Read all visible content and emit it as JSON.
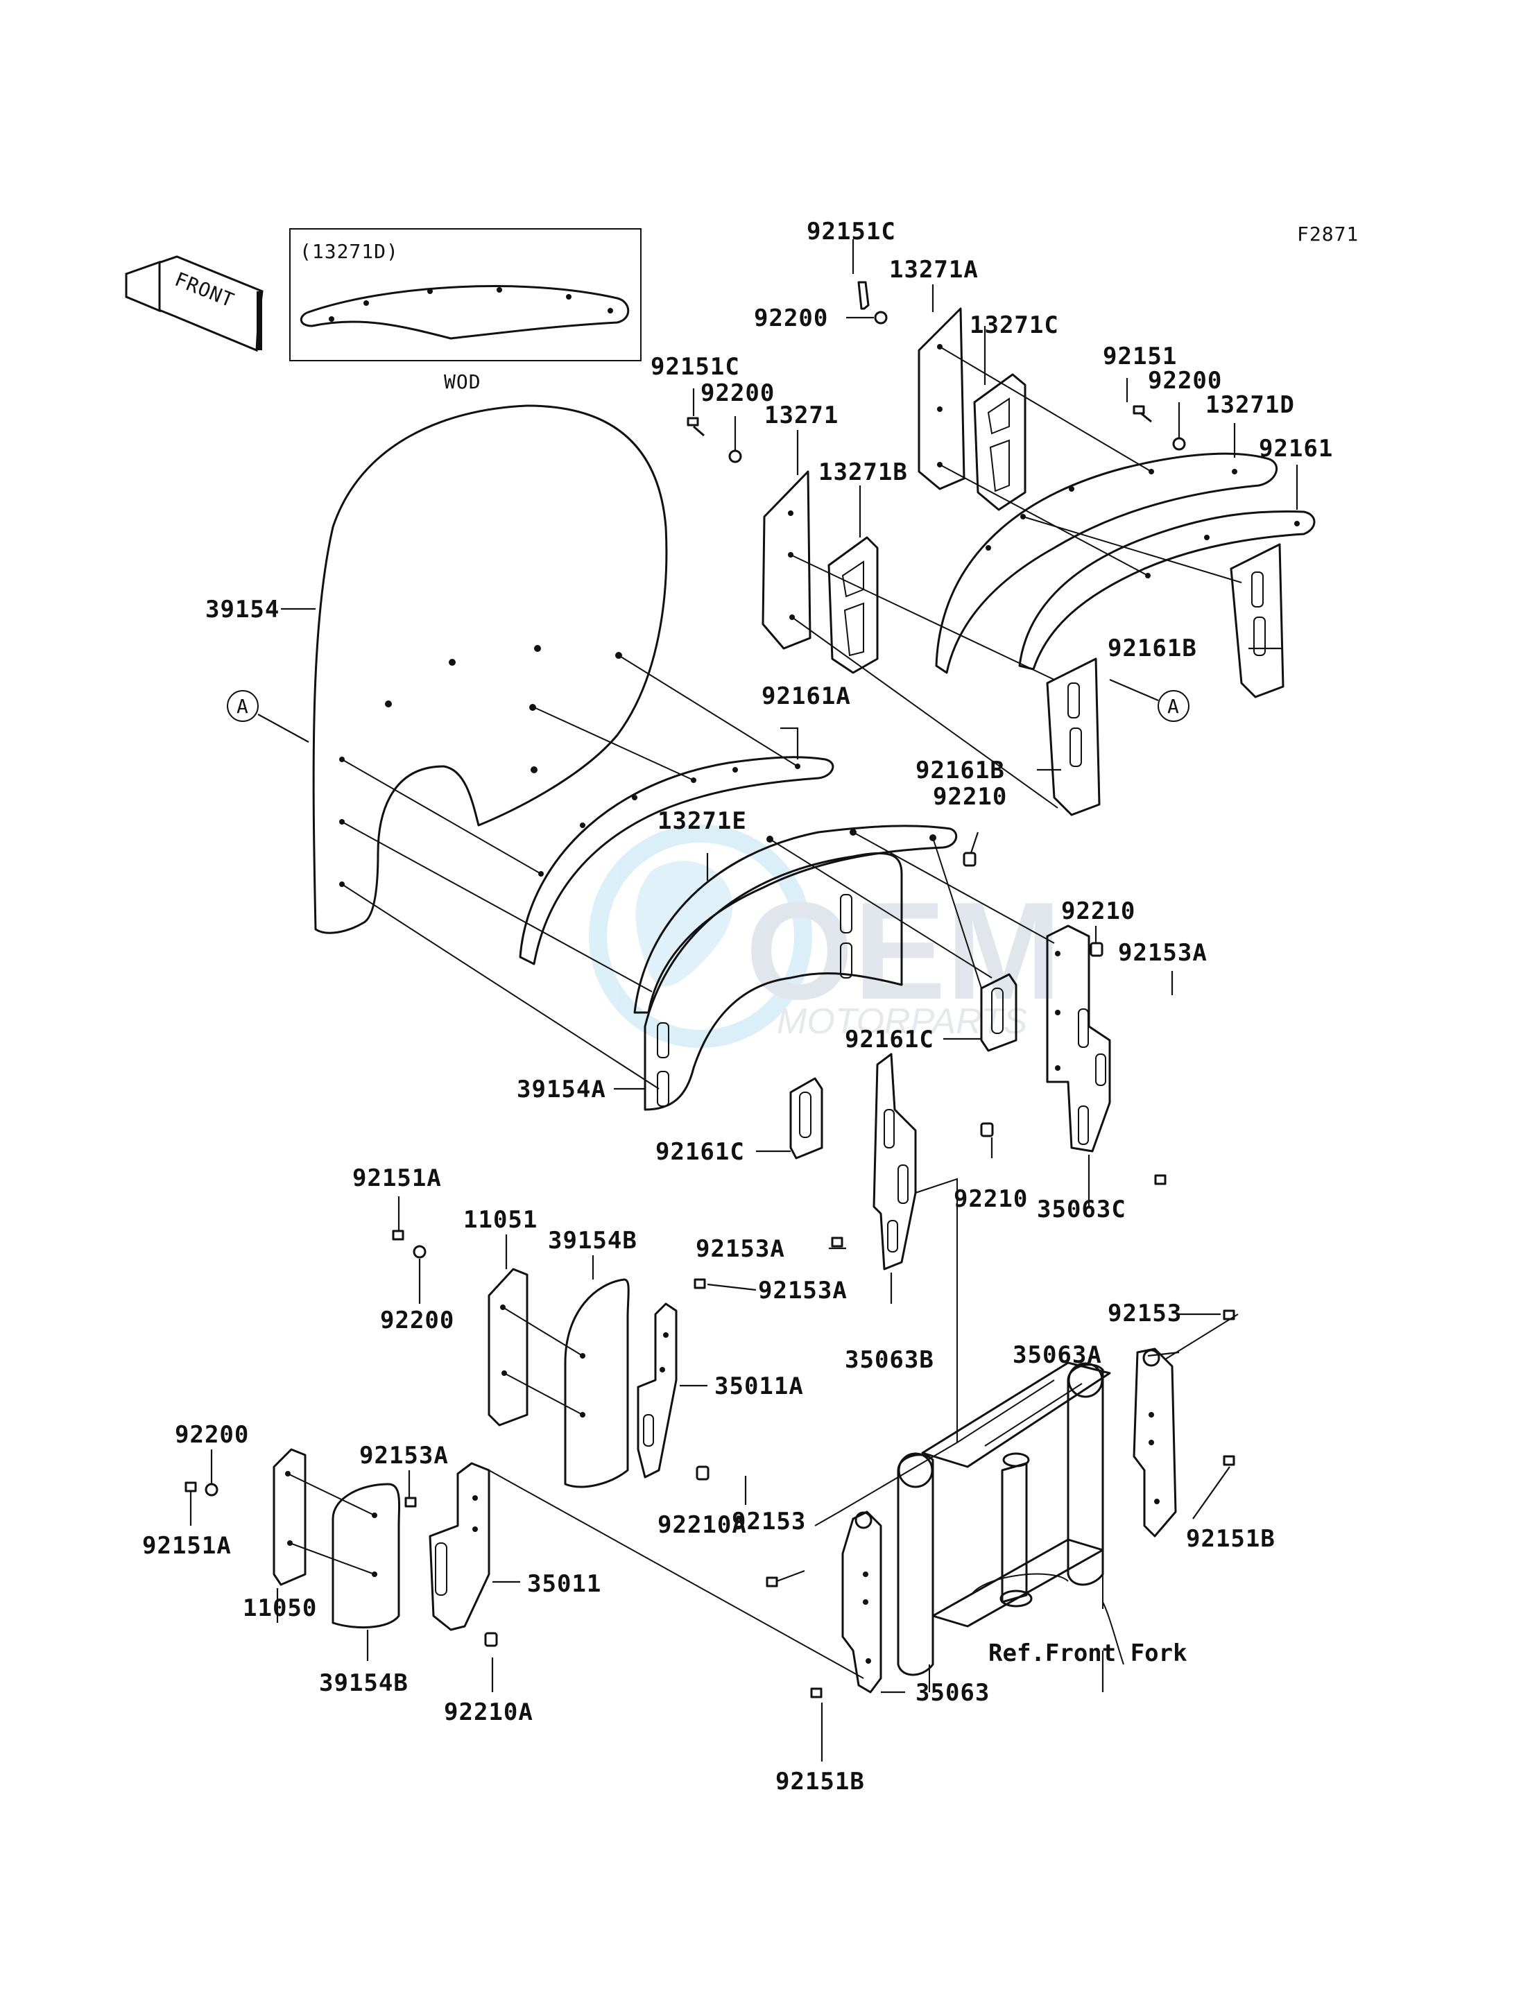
{
  "figure_code": "F2871",
  "inset_label": "(13271D)",
  "front_arrow_label": "FRONT",
  "windshield_marker": "WOD",
  "ref_marker": "A",
  "reference_note": "Ref.Front Fork",
  "watermark": {
    "main": "OEM",
    "sub": "MOTORPARTS"
  },
  "labels": {
    "p92151C_top": "92151C",
    "p13271A": "13271A",
    "p92200_top": "92200",
    "p13271C": "13271C",
    "p92151C_mid": "92151C",
    "p92200_mid": "92200",
    "p13271": "13271",
    "p92151": "92151",
    "p92200_right": "92200",
    "p13271D": "13271D",
    "p92161": "92161",
    "p13271B": "13271B",
    "p39154": "39154",
    "p92161B_right": "92161B",
    "p92161A": "92161A",
    "p92161B_mid": "92161B",
    "p92210_a": "92210",
    "p13271E": "13271E",
    "p92210_b": "92210",
    "p92153A_a": "92153A",
    "p92161C_a": "92161C",
    "p39154A": "39154A",
    "p92161C_b": "92161C",
    "p92210_c": "92210",
    "p35063C": "35063C",
    "p92151A_a": "92151A",
    "p11051": "11051",
    "p39154B_a": "39154B",
    "p92153A_b": "92153A",
    "p92153A_c": "92153A",
    "p92200_b": "92200",
    "p35063B": "35063B",
    "p35011A": "35011A",
    "p92153_a": "92153",
    "p35063A": "35063A",
    "p92200_c": "92200",
    "p92153A_d": "92153A",
    "p92210A_a": "92210A",
    "p92153_b": "92153",
    "p92151B_a": "92151B",
    "p92151A_b": "92151A",
    "p35011": "35011",
    "p11050": "11050",
    "p39154B_b": "39154B",
    "p92210A_b": "92210A",
    "p35063": "35063",
    "p92151B_b": "92151B"
  }
}
